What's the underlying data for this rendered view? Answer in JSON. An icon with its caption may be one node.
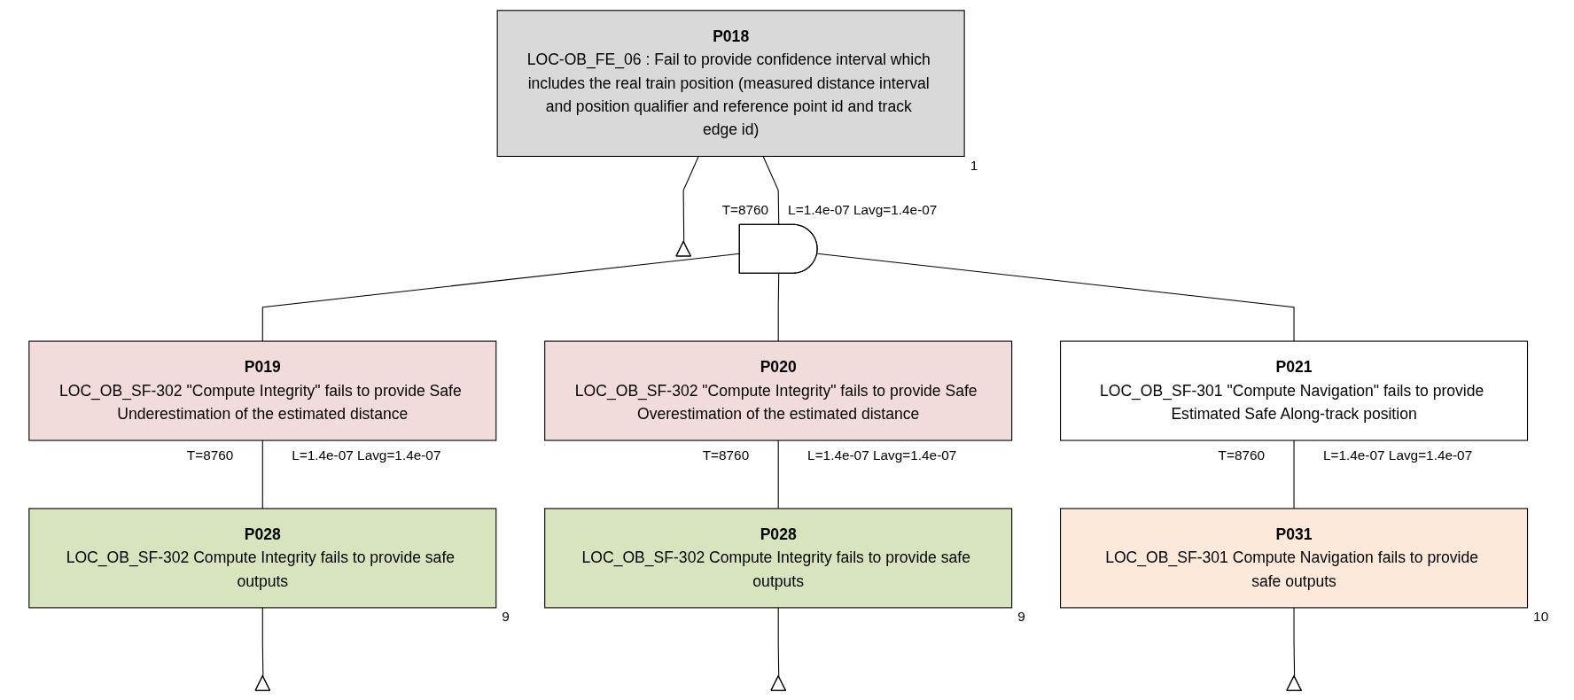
{
  "diagram": {
    "nodes": [
      {
        "text": [
          "P018",
          "LOC-OB_FE_06 : Fail to provide confidence interval which includes the real train position (measured distance interval and position qualifier and reference point id and track edge id)"
        ],
        "beside": [
          "1"
        ]
      },
      {
        "text": [],
        "shape": "triangle"
      },
      {
        "text": [],
        "shape": "gate",
        "beside": [
          "T=8760",
          "L=1.4e-07 Lavg=1.4e-07"
        ]
      },
      {
        "text": [
          "P019",
          "LOC_OB_SF-302 \"Compute Integrity\" fails to provide Safe Underestimation of the estimated distance"
        ],
        "beside": [
          "T=8760",
          "L=1.4e-07 Lavg=1.4e-07"
        ]
      },
      {
        "text": [
          "P020",
          "LOC_OB_SF-302 \"Compute Integrity\" fails to provide Safe Overestimation of the estimated distance"
        ],
        "beside": [
          "T=8760",
          "L=1.4e-07 Lavg=1.4e-07"
        ]
      },
      {
        "text": [
          "P021",
          "LOC_OB_SF-301 \"Compute Navigation\" fails to provide Estimated Safe Along-track position"
        ],
        "beside": [
          "T=8760",
          "L=1.4e-07 Lavg=1.4e-07"
        ]
      },
      {
        "text": [
          "P028",
          "LOC_OB_SF-302 Compute Integrity fails to provide safe outputs"
        ],
        "beside": [
          "9"
        ]
      },
      {
        "text": [
          "P028",
          "LOC_OB_SF-302 Compute Integrity fails to provide safe outputs"
        ],
        "beside": [
          "9"
        ]
      },
      {
        "text": [
          "P031",
          "LOC_OB_SF-301 Compute Navigation fails to provide safe outputs"
        ],
        "beside": [
          "10"
        ]
      },
      {
        "text": [],
        "shape": "triangle"
      },
      {
        "text": [],
        "shape": "triangle"
      },
      {
        "text": [],
        "shape": "triangle"
      }
    ],
    "edges": [
      {
        "from": 0,
        "to": 1,
        "arrow": "none"
      },
      {
        "from": 0,
        "to": 2,
        "arrow": "none"
      },
      {
        "from": 2,
        "to": 3,
        "arrow": "none"
      },
      {
        "from": 2,
        "to": 4,
        "arrow": "none"
      },
      {
        "from": 2,
        "to": 5,
        "arrow": "none"
      },
      {
        "from": 3,
        "to": 6,
        "arrow": "none"
      },
      {
        "from": 4,
        "to": 7,
        "arrow": "none"
      },
      {
        "from": 5,
        "to": 8,
        "arrow": "none"
      },
      {
        "from": 6,
        "to": 9,
        "arrow": "none"
      },
      {
        "from": 7,
        "to": 10,
        "arrow": "none"
      },
      {
        "from": 8,
        "to": 11,
        "arrow": "none"
      }
    ]
  }
}
